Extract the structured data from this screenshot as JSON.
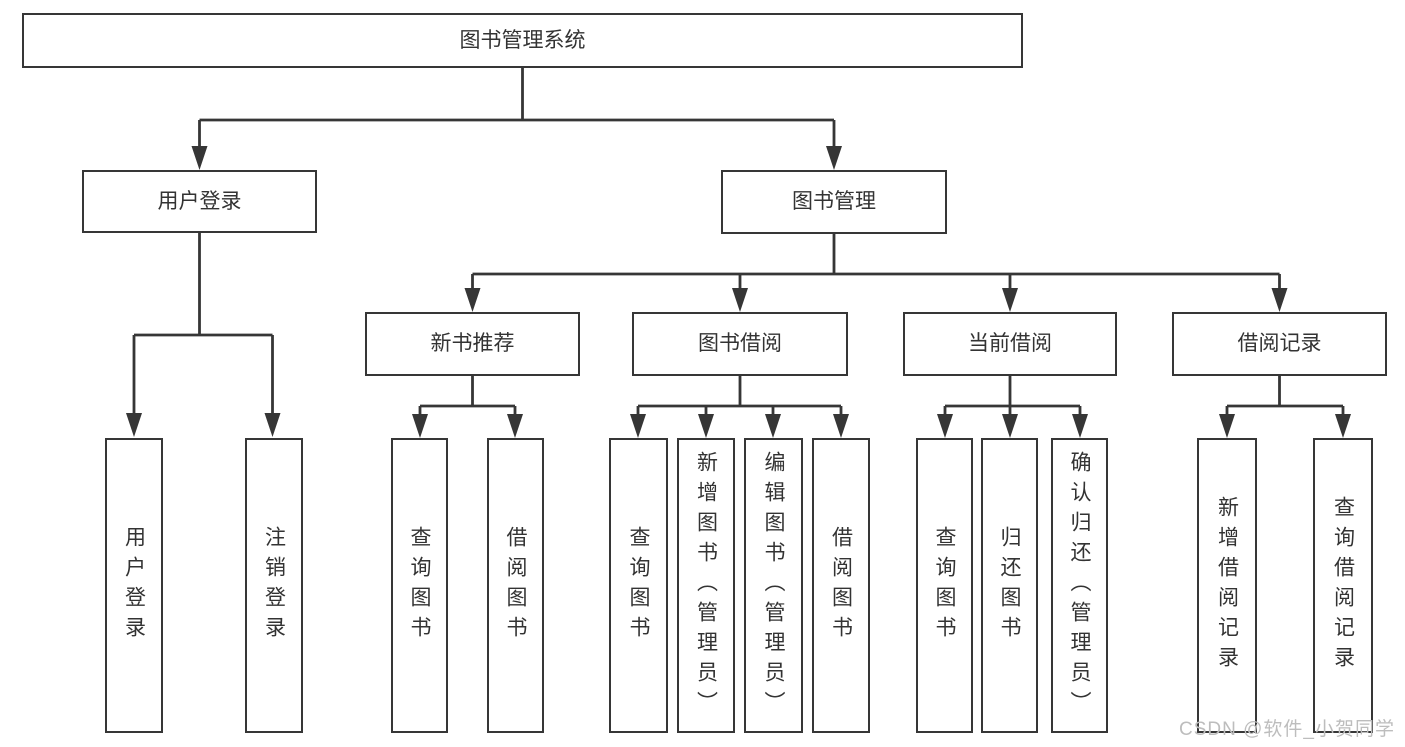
{
  "diagram": {
    "type": "hierarchy-tree",
    "title": "图书管理系统"
  },
  "colors": {
    "line": "#363636",
    "text": "#333333",
    "background": "#ffffff",
    "watermark": "#bdbdbd"
  },
  "nodes": {
    "root": {
      "label": "图书管理系统"
    },
    "user_login": {
      "label": "用户登录"
    },
    "book_mgmt": {
      "label": "图书管理"
    },
    "new_book_rec": {
      "label": "新书推荐"
    },
    "book_borrow": {
      "label": "图书借阅"
    },
    "current_borrow": {
      "label": "当前借阅"
    },
    "borrow_records": {
      "label": "借阅记录"
    },
    "leaf_login": {
      "label": "用户登录"
    },
    "leaf_logout": {
      "label": "注销登录"
    },
    "rec_query_books": {
      "label": "查询图书"
    },
    "rec_borrow_books": {
      "label": "借阅图书"
    },
    "bb_query_books": {
      "label": "查询图书"
    },
    "bb_add_books": {
      "label": "新增图书（管理员）"
    },
    "bb_edit_books": {
      "label": "编辑图书（管理员）"
    },
    "bb_borrow_books": {
      "label": "借阅图书"
    },
    "cb_query_books": {
      "label": "查询图书"
    },
    "cb_return_books": {
      "label": "归还图书"
    },
    "cb_confirm_return": {
      "label": "确认归还（管理员）"
    },
    "br_add_record": {
      "label": "新增借阅记录"
    },
    "br_query_record": {
      "label": "查询借阅记录"
    }
  },
  "hierarchy": {
    "图书管理系统": [
      "用户登录",
      "图书管理"
    ],
    "用户登录": [
      "用户登录",
      "注销登录"
    ],
    "图书管理": [
      "新书推荐",
      "图书借阅",
      "当前借阅",
      "借阅记录"
    ],
    "新书推荐": [
      "查询图书",
      "借阅图书"
    ],
    "图书借阅": [
      "查询图书",
      "新增图书（管理员）",
      "编辑图书（管理员）",
      "借阅图书"
    ],
    "当前借阅": [
      "查询图书",
      "归还图书",
      "确认归还（管理员）"
    ],
    "借阅记录": [
      "新增借阅记录",
      "查询借阅记录"
    ]
  },
  "watermark": "CSDN @软件_小贺同学"
}
